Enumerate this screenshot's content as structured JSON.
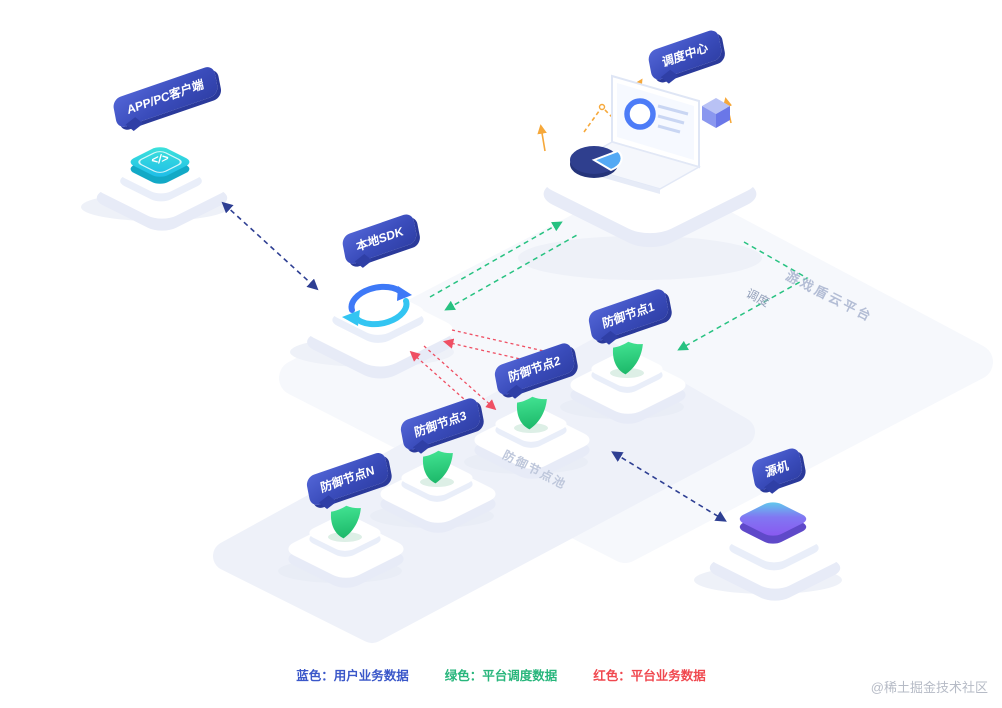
{
  "nodes": {
    "app_client": {
      "label": "APP/PC客户端",
      "icon_glyph": "</>"
    },
    "scheduling_center": {
      "label": "调度中心"
    },
    "local_sdk": {
      "label": "本地SDK"
    },
    "defense_node_1": {
      "label": "防御节点1"
    },
    "defense_node_2": {
      "label": "防御节点2"
    },
    "defense_node_3": {
      "label": "防御节点3"
    },
    "defense_node_n": {
      "label": "防御节点N"
    },
    "source_machine": {
      "label": "源机"
    }
  },
  "planes": {
    "cloud_platform": {
      "label": "游戏盾云平台"
    },
    "defense_pool": {
      "label": "防御节点池"
    }
  },
  "edges": {
    "scheduling_label": "调度"
  },
  "legend": {
    "items": [
      {
        "text": "蓝色：用户业务数据",
        "color": "#3a57c9"
      },
      {
        "text": "绿色：平台调度数据",
        "color": "#28b67c"
      },
      {
        "text": "红色：平台业务数据",
        "color": "#f0484f"
      }
    ]
  },
  "watermark": "@稀土掘金技术社区",
  "colors": {
    "user_data_line": "#2e3f93",
    "scheduling_line": "#27c281",
    "platform_data_line": "#ef4f63",
    "accent_orange": "#f6a83a",
    "bubble_blue": "#3a4cbb",
    "shield_green": "#2fd080",
    "plane_light": "#f6f8fc",
    "pool_plane": "#eef1f9"
  }
}
